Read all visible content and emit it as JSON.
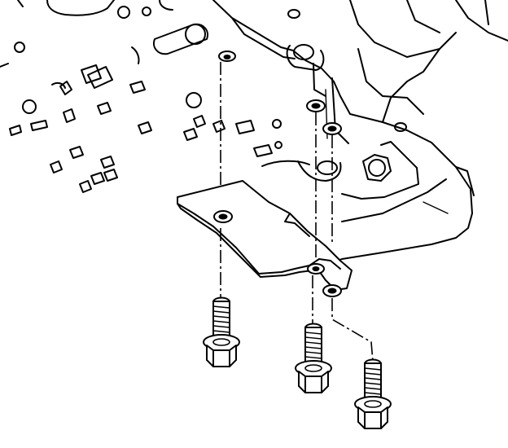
{
  "diagram": {
    "kind": "exploded-assembly-line-drawing",
    "style": "black-on-white",
    "text_labels": [],
    "parts": {
      "housing": "transmission-case-underside",
      "bracket": "mounting-bracket",
      "fasteners": [
        "flange-bolt",
        "flange-bolt",
        "flange-bolt"
      ]
    },
    "install_direction": "upward-along-dashed-centerlines"
  },
  "colors": {
    "ink": "#000000",
    "paper": "#ffffff"
  }
}
